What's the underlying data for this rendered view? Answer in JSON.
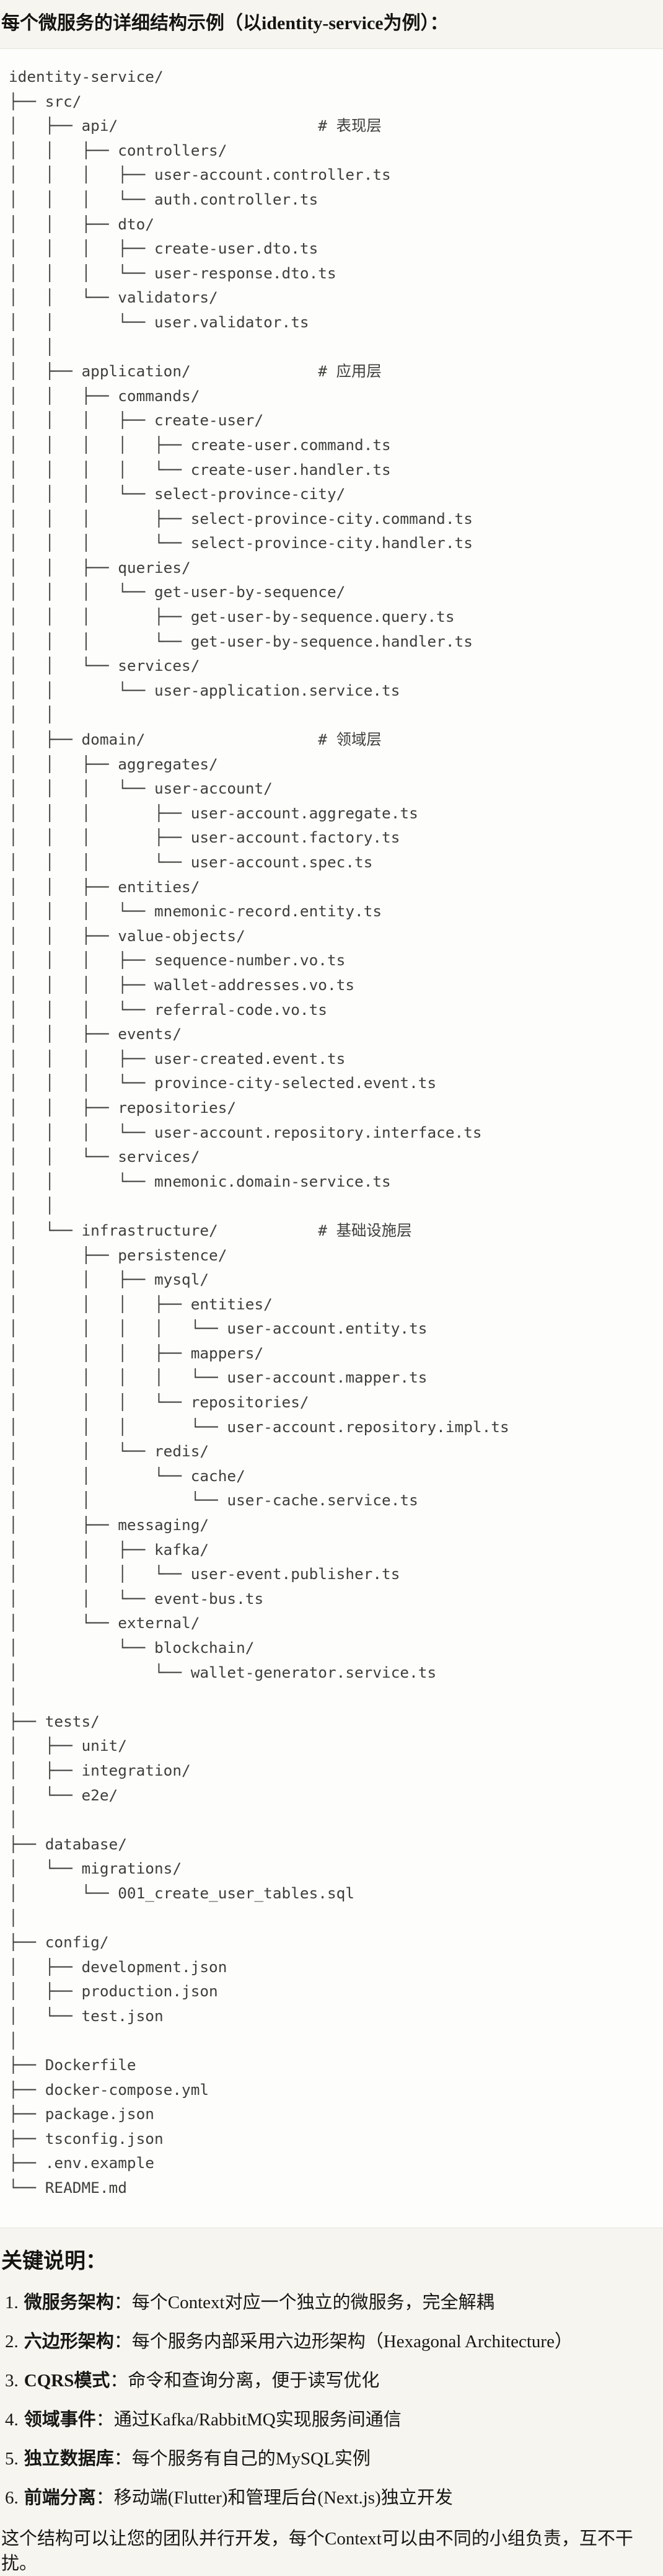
{
  "page": {
    "title": "每个微服务的详细结构示例（以identity-service为例）："
  },
  "code_block": {
    "language": "plaintext-tree",
    "lines": [
      "identity-service/",
      "├── src/",
      "│   ├── api/                      # 表现层",
      "│   │   ├── controllers/",
      "│   │   │   ├── user-account.controller.ts",
      "│   │   │   └── auth.controller.ts",
      "│   │   ├── dto/",
      "│   │   │   ├── create-user.dto.ts",
      "│   │   │   └── user-response.dto.ts",
      "│   │   └── validators/",
      "│   │       └── user.validator.ts",
      "│   │",
      "│   ├── application/              # 应用层",
      "│   │   ├── commands/",
      "│   │   │   ├── create-user/",
      "│   │   │   │   ├── create-user.command.ts",
      "│   │   │   │   └── create-user.handler.ts",
      "│   │   │   └── select-province-city/",
      "│   │   │       ├── select-province-city.command.ts",
      "│   │   │       └── select-province-city.handler.ts",
      "│   │   ├── queries/",
      "│   │   │   └── get-user-by-sequence/",
      "│   │   │       ├── get-user-by-sequence.query.ts",
      "│   │   │       └── get-user-by-sequence.handler.ts",
      "│   │   └── services/",
      "│   │       └── user-application.service.ts",
      "│   │",
      "│   ├── domain/                   # 领域层",
      "│   │   ├── aggregates/",
      "│   │   │   └── user-account/",
      "│   │   │       ├── user-account.aggregate.ts",
      "│   │   │       ├── user-account.factory.ts",
      "│   │   │       └── user-account.spec.ts",
      "│   │   ├── entities/",
      "│   │   │   └── mnemonic-record.entity.ts",
      "│   │   ├── value-objects/",
      "│   │   │   ├── sequence-number.vo.ts",
      "│   │   │   ├── wallet-addresses.vo.ts",
      "│   │   │   └── referral-code.vo.ts",
      "│   │   ├── events/",
      "│   │   │   ├── user-created.event.ts",
      "│   │   │   └── province-city-selected.event.ts",
      "│   │   ├── repositories/",
      "│   │   │   └── user-account.repository.interface.ts",
      "│   │   └── services/",
      "│   │       └── mnemonic.domain-service.ts",
      "│   │",
      "│   └── infrastructure/           # 基础设施层",
      "│       ├── persistence/",
      "│       │   ├── mysql/",
      "│       │   │   ├── entities/",
      "│       │   │   │   └── user-account.entity.ts",
      "│       │   │   ├── mappers/",
      "│       │   │   │   └── user-account.mapper.ts",
      "│       │   │   └── repositories/",
      "│       │   │       └── user-account.repository.impl.ts",
      "│       │   └── redis/",
      "│       │       └── cache/",
      "│       │           └── user-cache.service.ts",
      "│       ├── messaging/",
      "│       │   ├── kafka/",
      "│       │   │   └── user-event.publisher.ts",
      "│       │   └── event-bus.ts",
      "│       └── external/",
      "│           └── blockchain/",
      "│               └── wallet-generator.service.ts",
      "│",
      "├── tests/",
      "│   ├── unit/",
      "│   ├── integration/",
      "│   └── e2e/",
      "│",
      "├── database/",
      "│   └── migrations/",
      "│       └── 001_create_user_tables.sql",
      "│",
      "├── config/",
      "│   ├── development.json",
      "│   ├── production.json",
      "│   └── test.json",
      "│",
      "├── Dockerfile",
      "├── docker-compose.yml",
      "├── package.json",
      "├── tsconfig.json",
      "├── .env.example",
      "└── README.md"
    ]
  },
  "key_notes": {
    "heading": "关键说明：",
    "items": [
      {
        "num": "1.",
        "label": "微服务架构",
        "text": "：每个Context对应一个独立的微服务，完全解耦"
      },
      {
        "num": "2.",
        "label": "六边形架构",
        "text": "：每个服务内部采用六边形架构（Hexagonal Architecture）"
      },
      {
        "num": "3.",
        "label": "CQRS模式",
        "text": "：命令和查询分离，便于读写优化"
      },
      {
        "num": "4.",
        "label": "领域事件",
        "text": "：通过Kafka/RabbitMQ实现服务间通信"
      },
      {
        "num": "5.",
        "label": "独立数据库",
        "text": "：每个服务有自己的MySQL实例"
      },
      {
        "num": "6.",
        "label": "前端分离",
        "text": "：移动端(Flutter)和管理后台(Next.js)独立开发"
      }
    ],
    "footer": "这个结构可以让您的团队并行开发，每个Context可以由不同的小组负责，互不干扰。"
  }
}
